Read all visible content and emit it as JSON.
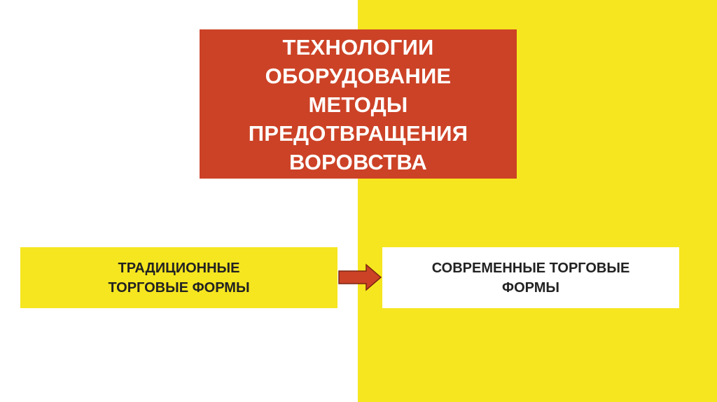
{
  "colors": {
    "left_background": "#ffffff",
    "right_background": "#f6e61f",
    "title_box": "#cc4226",
    "arrow_fill": "#cc4226",
    "arrow_stroke": "#7a2410"
  },
  "title": {
    "lines": [
      "ТЕХНОЛОГИИ",
      "ОБОРУДОВАНИЕ",
      "МЕТОДЫ",
      "ПРЕДОТВРАЩЕНИЯ",
      "ВОРОВСТВА"
    ]
  },
  "left_box": {
    "lines": [
      "ТРАДИЦИОННЫЕ",
      "ТОРГОВЫЕ ФОРМЫ"
    ]
  },
  "right_box": {
    "lines": [
      "СОВРЕМЕННЫЕ ТОРГОВЫЕ",
      "ФОРМЫ"
    ]
  },
  "arrow_icon": "right-arrow-icon"
}
